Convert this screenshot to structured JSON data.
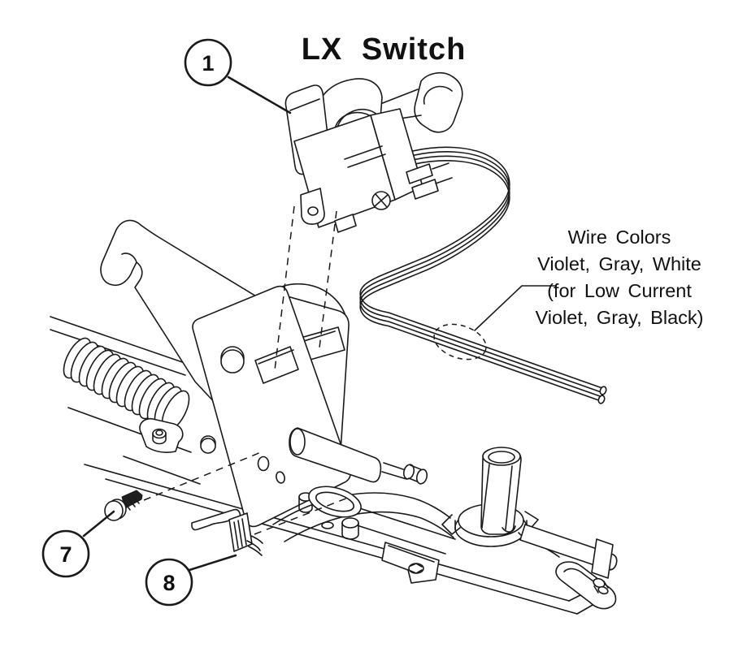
{
  "diagram": {
    "title": "LX Switch",
    "note": {
      "line1": "Wire Colors",
      "line2": "Violet, Gray, White",
      "line3": "(for Low Current",
      "line4": "Violet, Gray, Black)"
    },
    "callouts": [
      {
        "label": "1"
      },
      {
        "label": "7"
      },
      {
        "label": "8"
      }
    ],
    "colors": {
      "line": "#1a1a1a",
      "background": "#ffffff"
    }
  }
}
